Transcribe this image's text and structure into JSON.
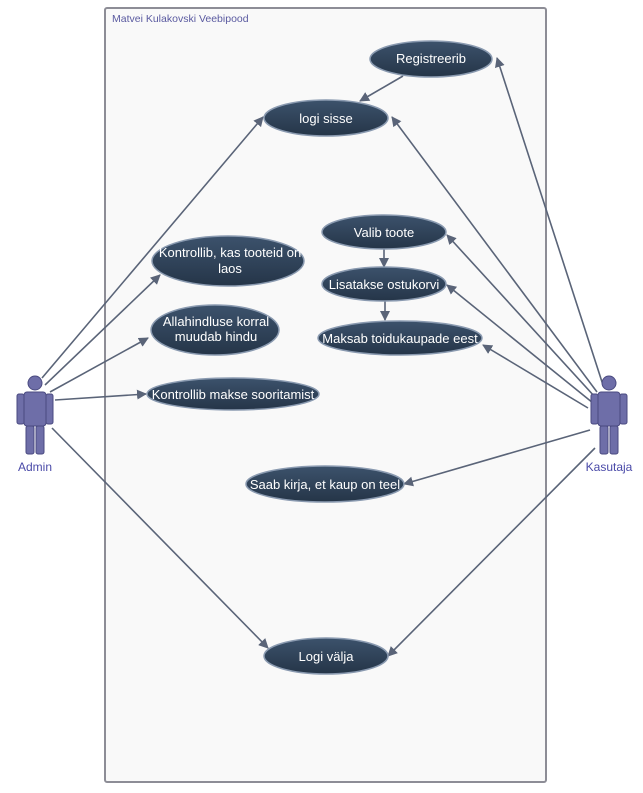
{
  "system": {
    "title": "Matvei Kulakovski Veebipood"
  },
  "actors": {
    "admin": {
      "label": "Admin"
    },
    "user": {
      "label": "Kasutaja"
    }
  },
  "use_cases": {
    "register": [
      "Registreerib"
    ],
    "login": [
      "logi sisse"
    ],
    "check_stock": [
      "Kontrollib, kas tooteid on",
      "laos"
    ],
    "discount": [
      "Allahindluse korral",
      "muudab hindu"
    ],
    "check_payment": [
      "Kontrollib makse sooritamist"
    ],
    "choose": [
      "Valib toote"
    ],
    "cart": [
      "Lisatakse ostukorvi"
    ],
    "pay": [
      "Maksab toidukaupade eest"
    ],
    "letter": [
      "Saab kirja, et kaup on teel"
    ],
    "logout": [
      "Logi välja"
    ]
  },
  "colors": {
    "ellipse_fill": "#2e4057",
    "ellipse_stroke": "#8a9ab0",
    "line": "#5a6478",
    "actor_fill": "#6e6ea8"
  }
}
